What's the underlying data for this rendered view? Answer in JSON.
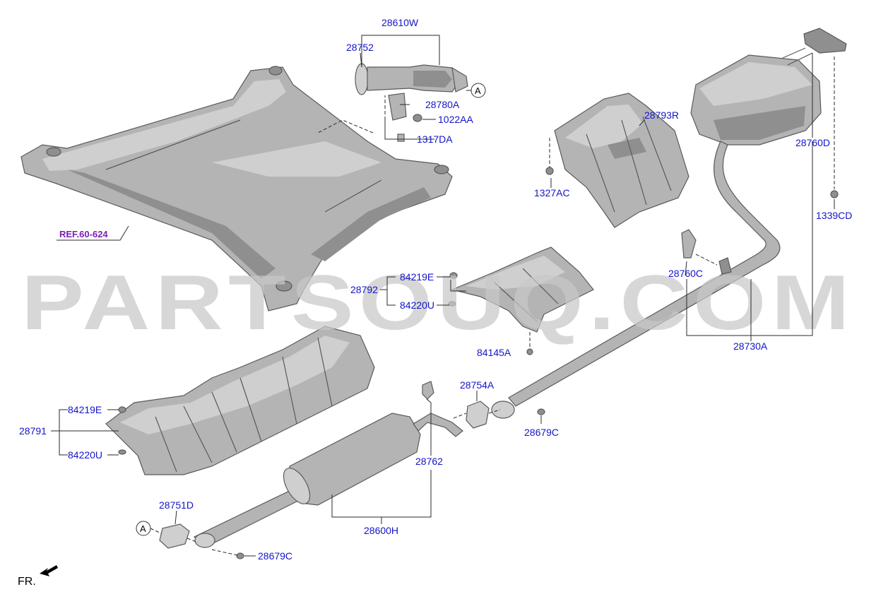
{
  "diagram": {
    "watermark": "PARTSOUQ.COM",
    "ref_label": "REF.60-624",
    "direction_label": "FR.",
    "connector_tag": "A",
    "labels": {
      "p28610W": "28610W",
      "p28752": "28752",
      "p28780A": "28780A",
      "p1022AA": "1022AA",
      "p1317DA": "1317DA",
      "p28793R": "28793R",
      "p1327AC": "1327AC",
      "p28760D": "28760D",
      "p1339CD": "1339CD",
      "p84219E_a": "84219E",
      "p28792": "28792",
      "p84220U_a": "84220U",
      "p28760C": "28760C",
      "p84145A": "84145A",
      "p28730A": "28730A",
      "p84219E_b": "84219E",
      "p28791": "28791",
      "p84220U_b": "84220U",
      "p28754A": "28754A",
      "p28679C_a": "28679C",
      "p28762": "28762",
      "p28751D": "28751D",
      "p28600H": "28600H",
      "p28679C_b": "28679C"
    }
  }
}
